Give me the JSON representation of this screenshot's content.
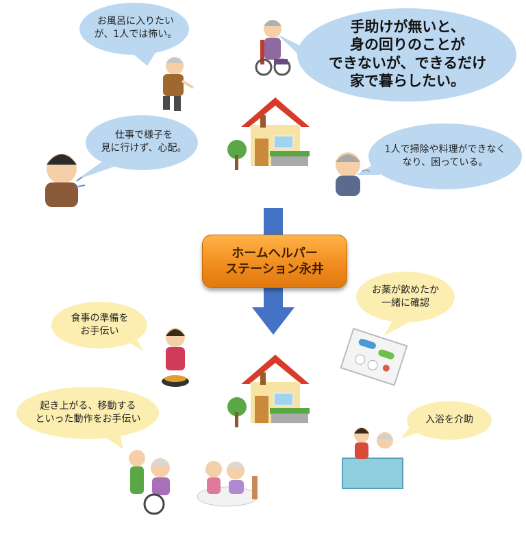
{
  "center_label": "ホームヘルパー\nステーション永井",
  "top_bubbles": {
    "main": "手助けが無いと、\n身の回りのことが\nできないが、できるだけ\n家で暮らしたい。",
    "bath_fear": "お風呂に入りたい\nが、1人では怖い。",
    "work_worry": "仕事で様子を\n見に行けず、心配。",
    "chores": "1人で掃除や料理ができなく\nなり、困っている。"
  },
  "bottom_bubbles": {
    "meal": "食事の準備を\nお手伝い",
    "medicine": "お薬が飲めたか\n一緒に確認",
    "movement": "起き上がる、移動する\nといった動作をお手伝い",
    "bathing": "入浴を介助"
  },
  "colors": {
    "blue_bubble": "#bcd8f0",
    "yellow_bubble": "#fbeeb0",
    "arrow": "#4472c4",
    "box": "#f39a2b"
  }
}
